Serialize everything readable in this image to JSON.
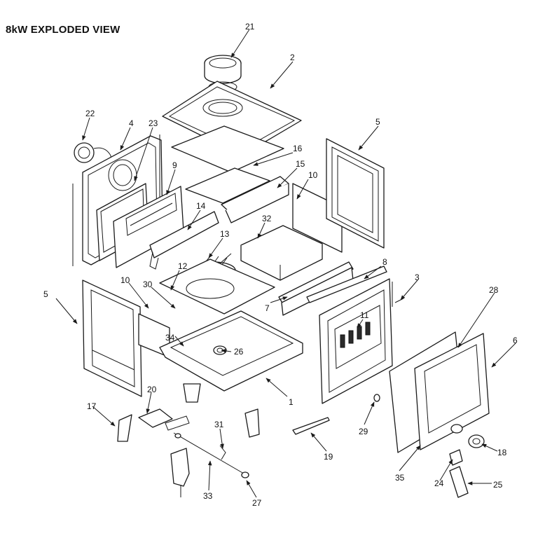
{
  "title": "8kW EXPLODED VIEW",
  "callouts": [
    "21",
    "2",
    "22",
    "4",
    "23",
    "9",
    "16",
    "15",
    "10",
    "5",
    "14",
    "13",
    "32",
    "12",
    "8",
    "7",
    "10",
    "30",
    "3",
    "28",
    "5",
    "11",
    "34",
    "26",
    "6",
    "1",
    "20",
    "17",
    "31",
    "29",
    "19",
    "18",
    "35",
    "24",
    "25",
    "33",
    "27"
  ]
}
